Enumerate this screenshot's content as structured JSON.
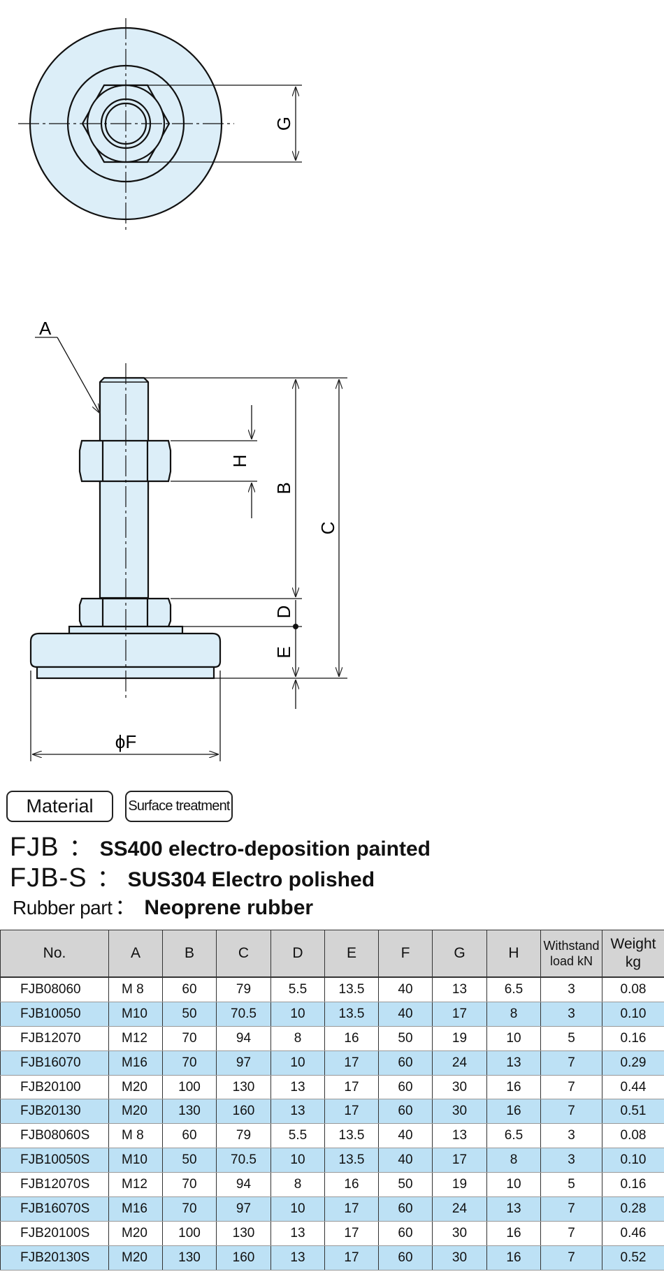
{
  "drawing_labels": {
    "G": "G",
    "A": "A",
    "H": "H",
    "B": "B",
    "C": "C",
    "D": "D",
    "E": "E",
    "F": "ϕF"
  },
  "tags": {
    "material": "Material",
    "surface": "Surface treatment"
  },
  "specs": [
    {
      "code": "FJB",
      "colon": "：",
      "value": "SS400 electro-deposition painted"
    },
    {
      "code": "FJB-S",
      "colon": "：",
      "value": "SUS304 Electro polished"
    },
    {
      "code": "Rubber part",
      "colon": "：",
      "value": "Neoprene rubber"
    }
  ],
  "colors": {
    "part_fill": "#dceef8",
    "stripe": "#bde1f5",
    "header": "#d4d4d4"
  },
  "table": {
    "headers": [
      "No.",
      "A",
      "B",
      "C",
      "D",
      "E",
      "F",
      "G",
      "H",
      "Withstand\nload kN",
      "Weight\nkg"
    ],
    "rows": [
      [
        "FJB08060",
        "M  8",
        "60",
        "79",
        "5.5",
        "13.5",
        "40",
        "13",
        "6.5",
        "3",
        "0.08"
      ],
      [
        "FJB10050",
        "M10",
        "50",
        "70.5",
        "10",
        "13.5",
        "40",
        "17",
        "8",
        "3",
        "0.10"
      ],
      [
        "FJB12070",
        "M12",
        "70",
        "94",
        "8",
        "16",
        "50",
        "19",
        "10",
        "5",
        "0.16"
      ],
      [
        "FJB16070",
        "M16",
        "70",
        "97",
        "10",
        "17",
        "60",
        "24",
        "13",
        "7",
        "0.29"
      ],
      [
        "FJB20100",
        "M20",
        "100",
        "130",
        "13",
        "17",
        "60",
        "30",
        "16",
        "7",
        "0.44"
      ],
      [
        "FJB20130",
        "M20",
        "130",
        "160",
        "13",
        "17",
        "60",
        "30",
        "16",
        "7",
        "0.51"
      ],
      [
        "FJB08060S",
        "M  8",
        "60",
        "79",
        "5.5",
        "13.5",
        "40",
        "13",
        "6.5",
        "3",
        "0.08"
      ],
      [
        "FJB10050S",
        "M10",
        "50",
        "70.5",
        "10",
        "13.5",
        "40",
        "17",
        "8",
        "3",
        "0.10"
      ],
      [
        "FJB12070S",
        "M12",
        "70",
        "94",
        "8",
        "16",
        "50",
        "19",
        "10",
        "5",
        "0.16"
      ],
      [
        "FJB16070S",
        "M16",
        "70",
        "97",
        "10",
        "17",
        "60",
        "24",
        "13",
        "7",
        "0.28"
      ],
      [
        "FJB20100S",
        "M20",
        "100",
        "130",
        "13",
        "17",
        "60",
        "30",
        "16",
        "7",
        "0.46"
      ],
      [
        "FJB20130S",
        "M20",
        "130",
        "160",
        "13",
        "17",
        "60",
        "30",
        "16",
        "7",
        "0.52"
      ]
    ]
  }
}
